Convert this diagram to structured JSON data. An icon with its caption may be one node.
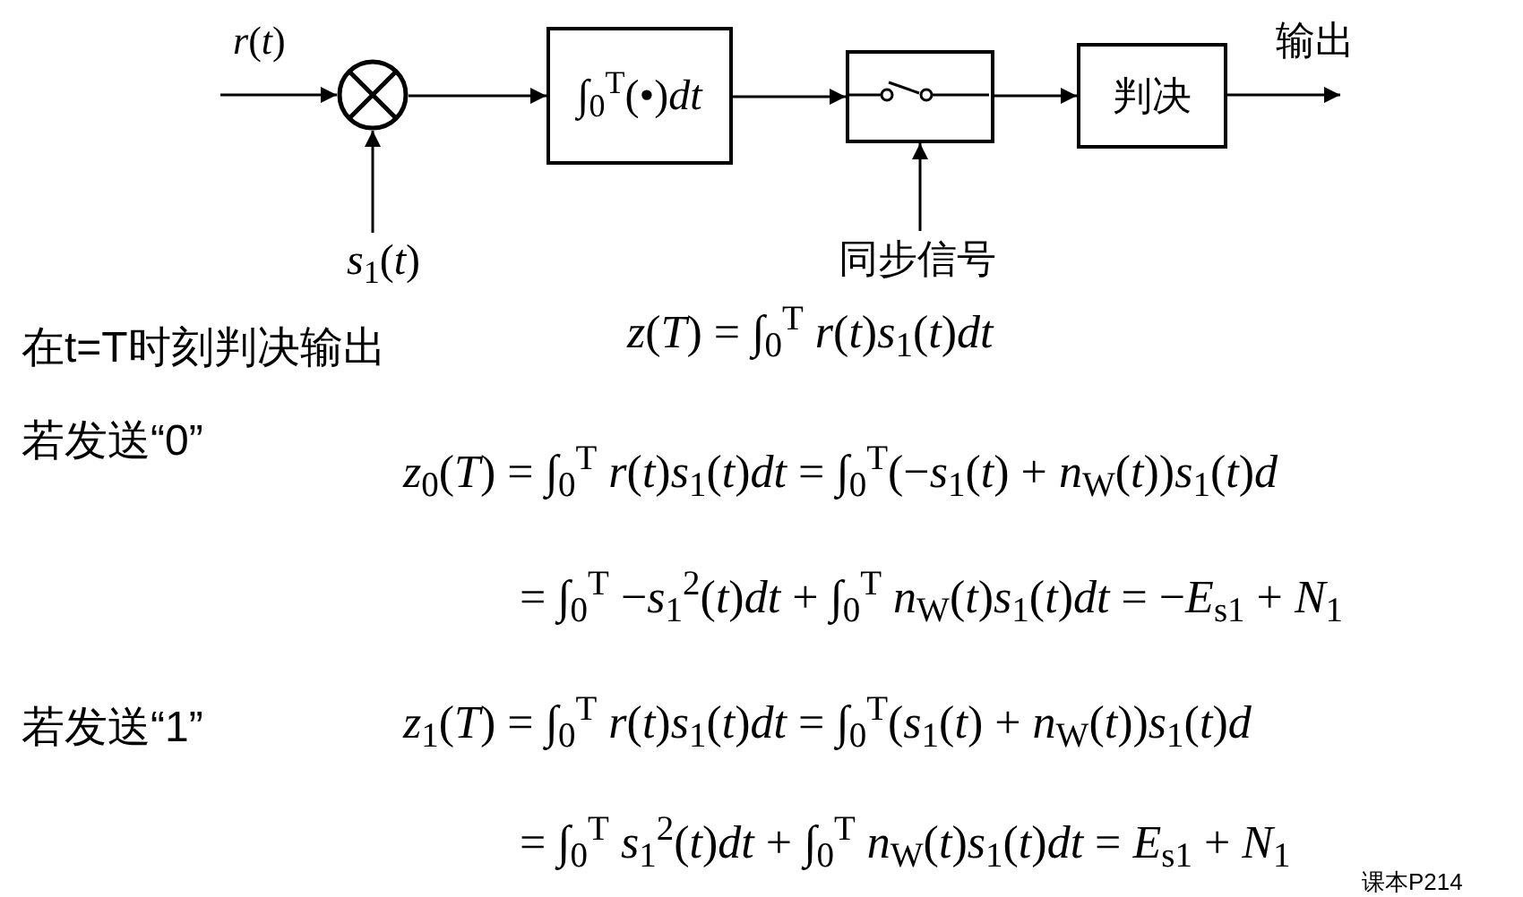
{
  "diagram": {
    "nodes": [
      {
        "text": [],
        "shape": "circle"
      },
      {
        "text": [
          "∫$_{0}$$^{T}$(•)*dt*"
        ]
      },
      {
        "text": [],
        "shape": "box"
      },
      {
        "text": [
          "判决"
        ]
      },
      {
        "text": [
          "*s*$_{1}$(*t*)"
        ]
      },
      {
        "text": [
          "同步信号"
        ]
      }
    ],
    "edges": [
      {
        "from": null,
        "to": 0,
        "arrow": "to",
        "label": "*r*(*t*)"
      },
      {
        "from": 4,
        "to": 0,
        "arrow": "to"
      },
      {
        "from": 0,
        "to": 1,
        "arrow": "to"
      },
      {
        "from": 1,
        "to": 2,
        "arrow": "to"
      },
      {
        "from": 5,
        "to": 2,
        "arrow": "to"
      },
      {
        "from": 2,
        "to": 3,
        "arrow": "to"
      },
      {
        "from": 3,
        "to": null,
        "arrow": "to",
        "label": "输出"
      }
    ],
    "labels": [
      "在t=T时刻判决输出",
      "*z*(*T*) = ∫$_{0}$$^{T}$ *r*(*t*)*s*$_{1}$(*t*)*dt*",
      "若发送“0”",
      "*z*$_{0}$(*T*) = ∫$_{0}$$^{T}$ *r*(*t*)*s*$_{1}$(*t*)*dt* = ∫$_{0}$$^{T}$(−*s*$_{1}$(*t*) + *n*$_{W}$(*t*))*s*$_{1}$(*t*)*d*",
      "= ∫$_{0}$$^{T}$ −*s*$_{1}$$^{2}$(*t*)*dt* + ∫$_{0}$$^{T}$ *n*$_{W}$(*t*)*s*$_{1}$(*t*)*dt* = −*E*$_{s1}$ + *N*$_{1}$",
      "若发送“1”",
      "*z*$_{1}$(*T*) = ∫$_{0}$$^{T}$ *r*(*t*)*s*$_{1}$(*t*)*dt* = ∫$_{0}$$^{T}$(*s*$_{1}$(*t*) + *n*$_{W}$(*t*))*s*$_{1}$(*t*)*d*",
      "= ∫$_{0}$$^{T}$ *s*$_{1}$$^{2}$(*t*)*dt* + ∫$_{0}$$^{T}$ *n*$_{W}$(*t*)*s*$_{1}$(*t*)*dt* = *E*$_{s1}$ + *N*$_{1}$",
      "课本P214"
    ]
  }
}
